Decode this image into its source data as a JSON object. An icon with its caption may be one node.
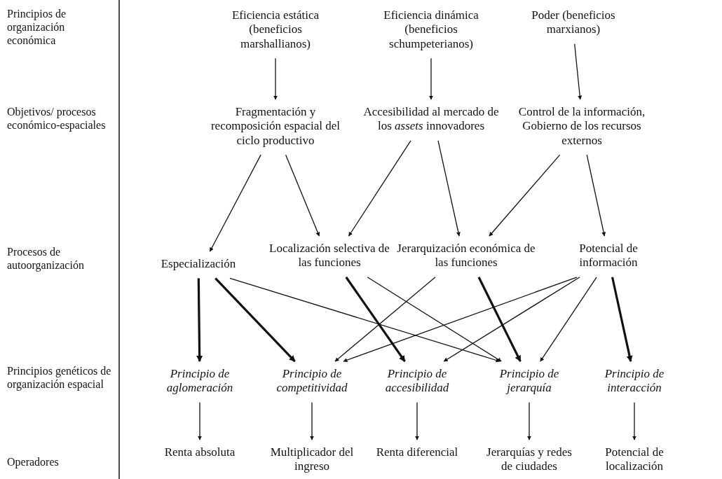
{
  "diagram": {
    "nodes": [
      {
        "text": [
          "Eficiencia estática (beneficios marshallianos)"
        ]
      },
      {
        "text": [
          "Eficiencia dinámica (beneficios schumpeterianos)"
        ]
      },
      {
        "text": [
          "Poder (beneficios marxianos)"
        ]
      },
      {
        "text": [
          "Fragmentación y recomposición espacial del ciclo productivo"
        ]
      },
      {
        "text": [
          "Accesibilidad al mercado de los *assets* innovadores"
        ]
      },
      {
        "text": [
          "Control de la información, Gobierno de los recursos externos"
        ]
      },
      {
        "text": [
          "Especialización"
        ]
      },
      {
        "text": [
          "Localización selectiva de las funciones"
        ]
      },
      {
        "text": [
          "Jerarquización económica de las funciones"
        ]
      },
      {
        "text": [
          "Potencial de información"
        ]
      },
      {
        "text": [
          "Principio de aglomeración"
        ]
      },
      {
        "text": [
          "Principio de competitividad"
        ]
      },
      {
        "text": [
          "Principio de accesibilidad"
        ]
      },
      {
        "text": [
          "Principio de jerarquía"
        ]
      },
      {
        "text": [
          "Principio de interacción"
        ]
      },
      {
        "text": [
          "Renta absoluta"
        ]
      },
      {
        "text": [
          "Multiplicador del ingreso"
        ]
      },
      {
        "text": [
          "Renta diferencial"
        ]
      },
      {
        "text": [
          "Jerarquías y redes de ciudades"
        ]
      },
      {
        "text": [
          "Potencial de localización"
        ]
      }
    ],
    "edges": [
      {
        "from": 0,
        "to": 3,
        "arrow": "to"
      },
      {
        "from": 1,
        "to": 4,
        "arrow": "to"
      },
      {
        "from": 2,
        "to": 5,
        "arrow": "to"
      },
      {
        "from": 3,
        "to": 6,
        "arrow": "to"
      },
      {
        "from": 3,
        "to": 7,
        "arrow": "to"
      },
      {
        "from": 4,
        "to": 7,
        "arrow": "to"
      },
      {
        "from": 4,
        "to": 8,
        "arrow": "to"
      },
      {
        "from": 5,
        "to": 8,
        "arrow": "to"
      },
      {
        "from": 5,
        "to": 9,
        "arrow": "to"
      },
      {
        "from": 6,
        "to": 10,
        "arrow": "to",
        "style": "thick"
      },
      {
        "from": 6,
        "to": 11,
        "arrow": "to",
        "style": "thick"
      },
      {
        "from": 6,
        "to": 13,
        "arrow": "to"
      },
      {
        "from": 7,
        "to": 12,
        "arrow": "to",
        "style": "thick"
      },
      {
        "from": 7,
        "to": 13,
        "arrow": "to"
      },
      {
        "from": 8,
        "to": 11,
        "arrow": "to"
      },
      {
        "from": 8,
        "to": 13,
        "arrow": "to",
        "style": "thick"
      },
      {
        "from": 9,
        "to": 11,
        "arrow": "to"
      },
      {
        "from": 9,
        "to": 12,
        "arrow": "to"
      },
      {
        "from": 9,
        "to": 13,
        "arrow": "to"
      },
      {
        "from": 9,
        "to": 14,
        "arrow": "to",
        "style": "thick"
      },
      {
        "from": 10,
        "to": 15,
        "arrow": "to"
      },
      {
        "from": 11,
        "to": 16,
        "arrow": "to"
      },
      {
        "from": 12,
        "to": 17,
        "arrow": "to"
      },
      {
        "from": 13,
        "to": 18,
        "arrow": "to"
      },
      {
        "from": 14,
        "to": 19,
        "arrow": "to"
      }
    ],
    "labels": [
      "Principios de organización económica",
      "Objetivos/ procesos económico-espaciales",
      "Procesos de autoorganización",
      "Principios genéticos de organización espacial",
      "Operadores"
    ]
  }
}
